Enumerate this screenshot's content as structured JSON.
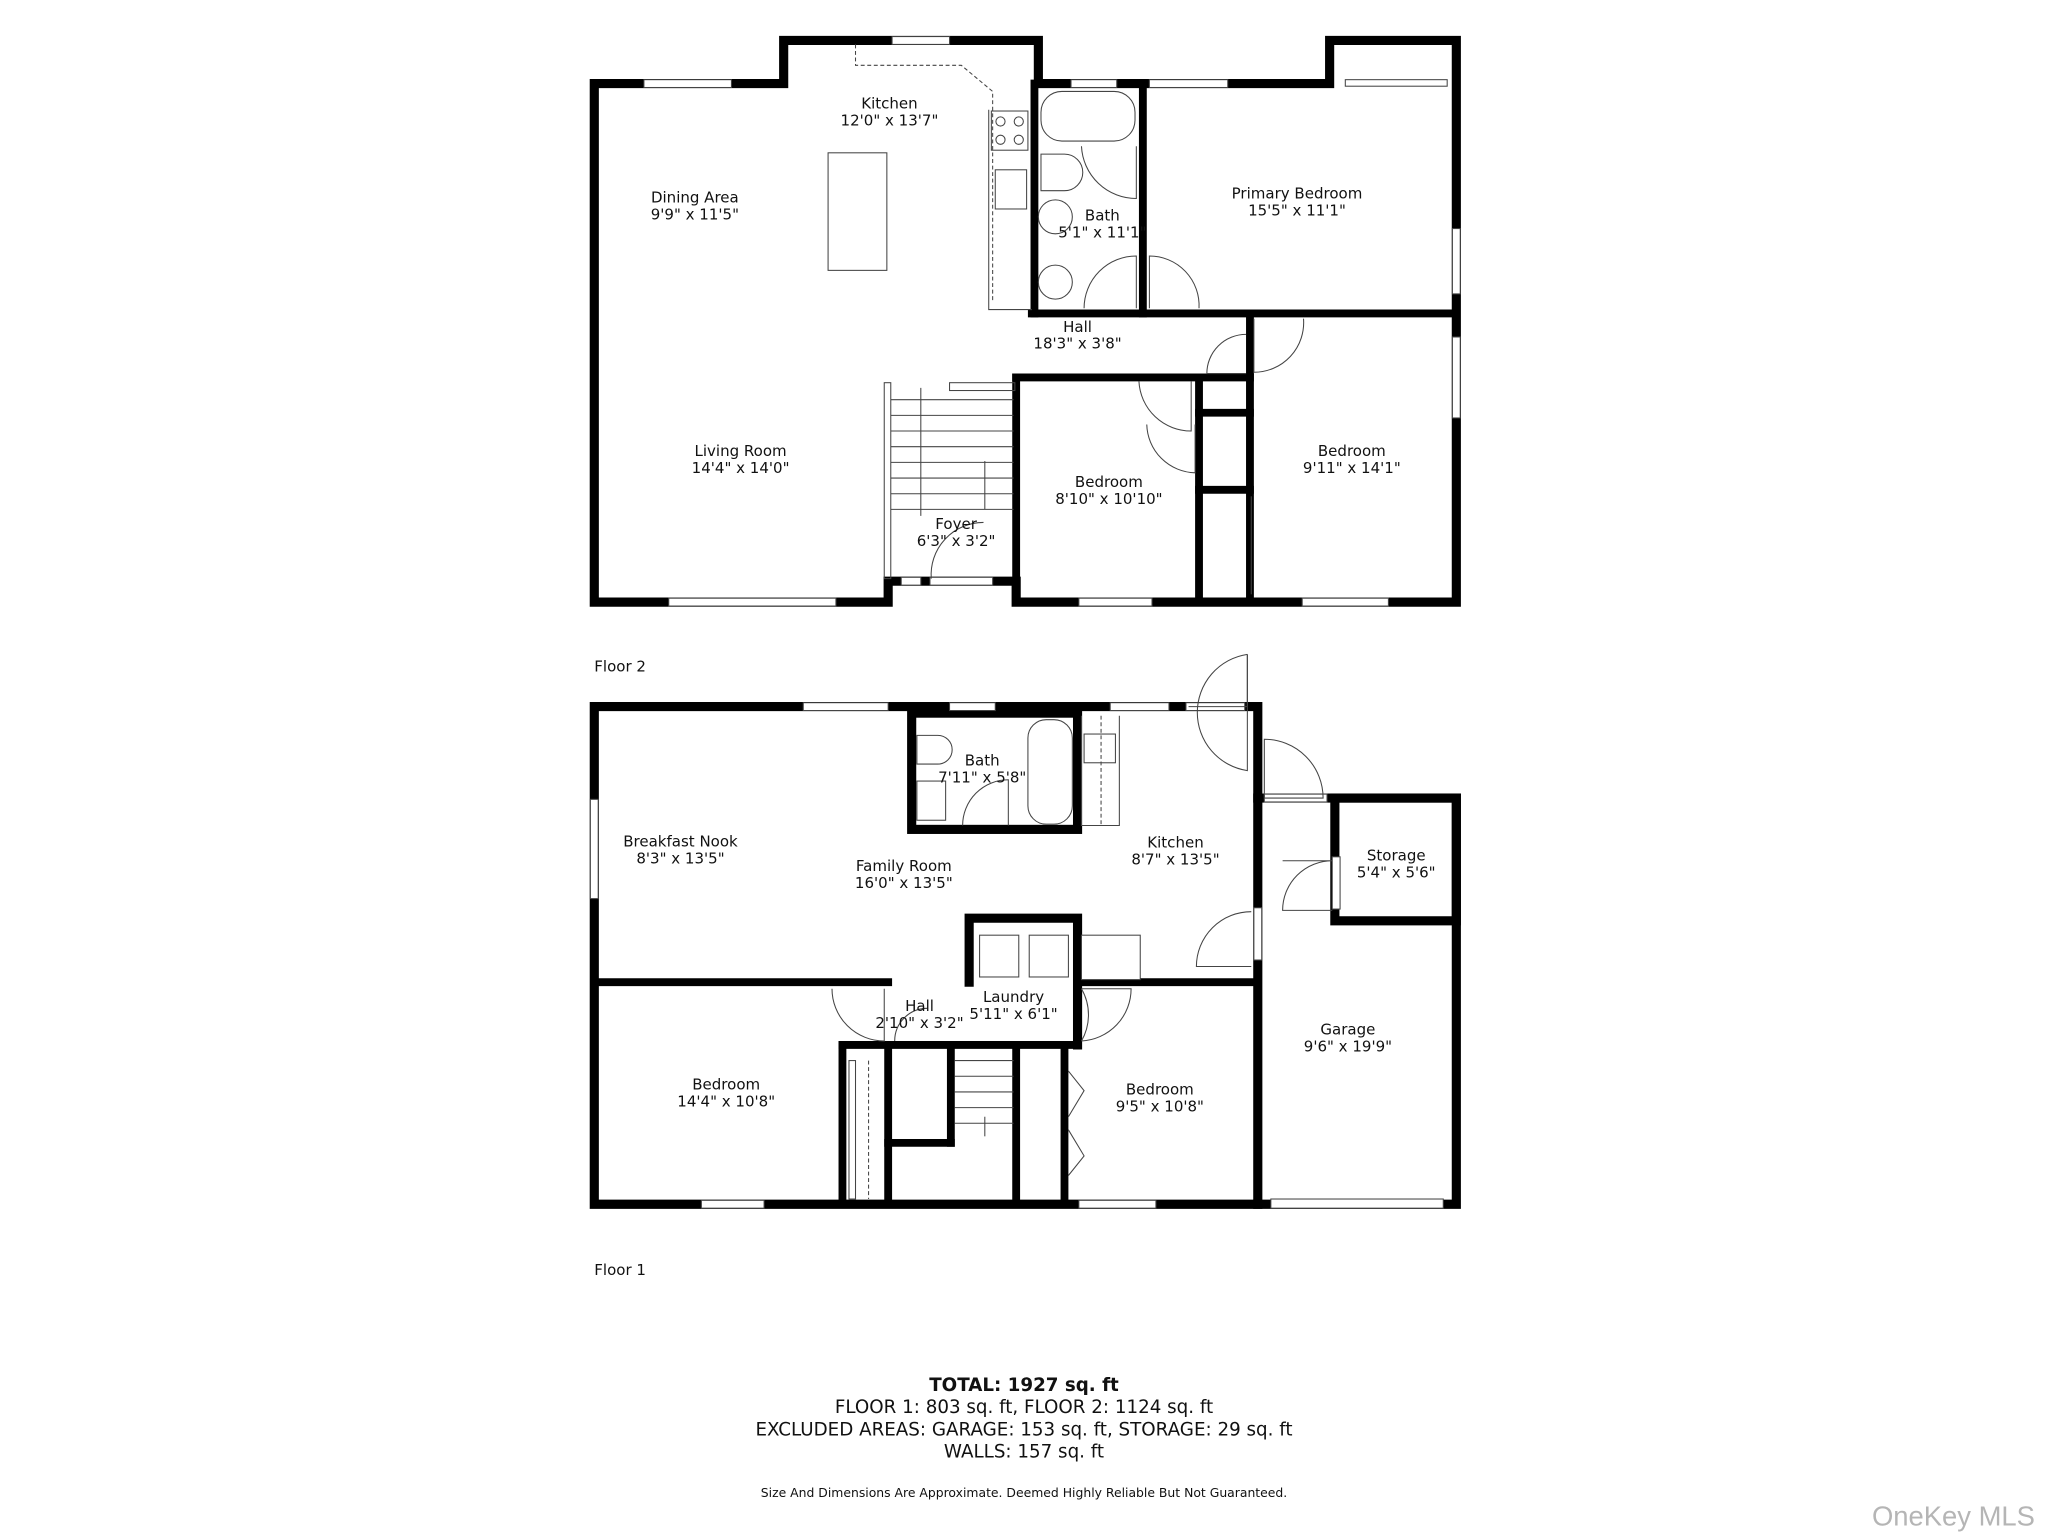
{
  "floors": [
    {
      "label": "Floor 2",
      "rooms": [
        {
          "name": "Kitchen",
          "dims": "12'0\" x 13'7\""
        },
        {
          "name": "Dining Area",
          "dims": "9'9\" x 11'5\""
        },
        {
          "name": "Bath",
          "dims": "5'1\" x 11'1\""
        },
        {
          "name": "Primary Bedroom",
          "dims": "15'5\" x 11'1\""
        },
        {
          "name": "Hall",
          "dims": "18'3\" x 3'8\""
        },
        {
          "name": "Living Room",
          "dims": "14'4\" x 14'0\""
        },
        {
          "name": "Bedroom",
          "dims": "8'10\" x 10'10\""
        },
        {
          "name": "Bedroom",
          "dims": "9'11\" x 14'1\""
        },
        {
          "name": "Foyer",
          "dims": "6'3\" x 3'2\""
        }
      ]
    },
    {
      "label": "Floor 1",
      "rooms": [
        {
          "name": "Bath",
          "dims": "7'11\" x 5'8\""
        },
        {
          "name": "Breakfast Nook",
          "dims": "8'3\" x 13'5\""
        },
        {
          "name": "Family Room",
          "dims": "16'0\" x 13'5\""
        },
        {
          "name": "Kitchen",
          "dims": "8'7\" x 13'5\""
        },
        {
          "name": "Storage",
          "dims": "5'4\" x 5'6\""
        },
        {
          "name": "Laundry",
          "dims": "5'11\" x 6'1\""
        },
        {
          "name": "Hall",
          "dims": "2'10\" x 3'2\""
        },
        {
          "name": "Garage",
          "dims": "9'6\" x 19'9\""
        },
        {
          "name": "Bedroom",
          "dims": "14'4\" x 10'8\""
        },
        {
          "name": "Bedroom",
          "dims": "9'5\" x 10'8\""
        }
      ]
    }
  ],
  "summary": {
    "total": "TOTAL: 1927 sq. ft",
    "floors": "FLOOR 1: 803 sq. ft, FLOOR 2: 1124 sq. ft",
    "excluded": "EXCLUDED AREAS: GARAGE: 153 sq. ft, STORAGE: 29 sq. ft",
    "walls": "WALLS: 157 sq. ft"
  },
  "disclaimer": "Size And Dimensions Are Approximate. Deemed Highly Reliable But Not Guaranteed.",
  "watermark": "OneKey MLS",
  "colors": {
    "wall": "#000000",
    "background": "#ffffff",
    "watermark": "#b5b5b5"
  }
}
